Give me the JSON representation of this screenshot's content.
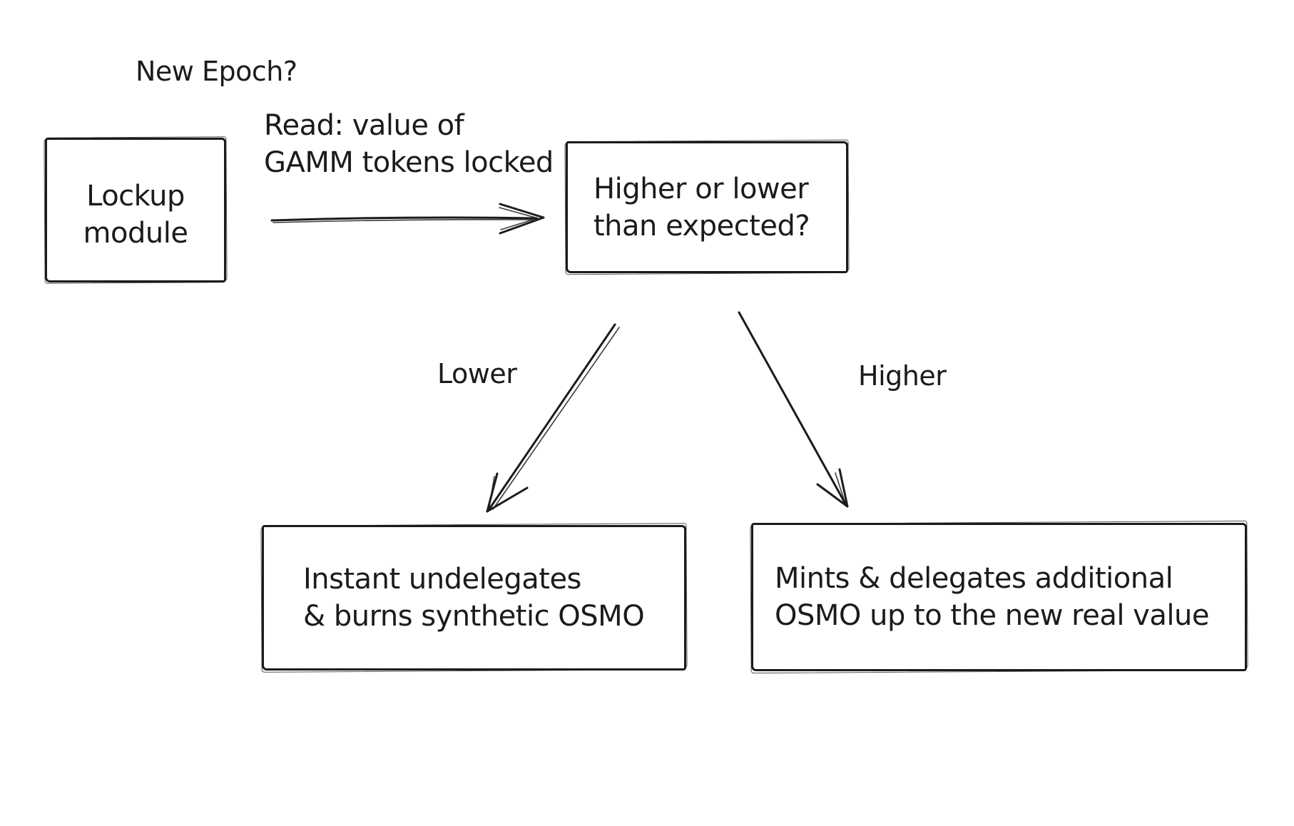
{
  "labels": {
    "new_epoch": "New Epoch?"
  },
  "nodes": {
    "lockup": {
      "lines": [
        "Lockup",
        "module"
      ]
    },
    "decision": {
      "lines": [
        "Higher or lower",
        "than expected?"
      ]
    },
    "lower_action": {
      "lines": [
        "Instant undelegates",
        "& burns synthetic OSMO"
      ]
    },
    "higher_action": {
      "lines": [
        "Mints & delegates additional",
        "OSMO up to the new real value"
      ]
    }
  },
  "edges": {
    "read": {
      "lines": [
        "Read: value of",
        "GAMM tokens locked"
      ]
    },
    "lower": {
      "label": "Lower"
    },
    "higher": {
      "label": "Higher"
    }
  },
  "colors": {
    "ink": "#1b1b1b",
    "background": "#ffffff"
  }
}
